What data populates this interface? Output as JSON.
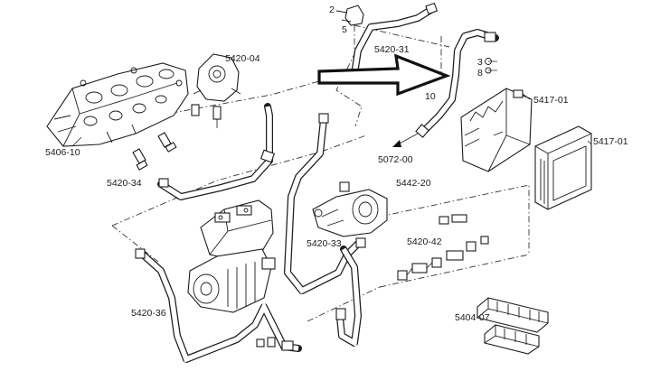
{
  "labels": {
    "p5406_10": "5406-10",
    "p5420_04": "5420-04",
    "p5420_34": "5420-34",
    "p5420_31": "5420-31",
    "p5442_20": "5442-20",
    "p5420_33": "5420-33",
    "p5420_42": "5420-42",
    "p5420_36": "5420-36",
    "p5404_07": "5404-07",
    "p5417_01a": "5417-01",
    "p5417_01b": "5417-01",
    "p5072_00": "5072-00",
    "n2": "2",
    "n5": "5",
    "n3": "3",
    "n8": "8",
    "n10": "10"
  },
  "colors": {
    "ink": "#1c1c1c",
    "background": "#ffffff"
  },
  "icons": {
    "arrow": "right-arrow-icon"
  }
}
